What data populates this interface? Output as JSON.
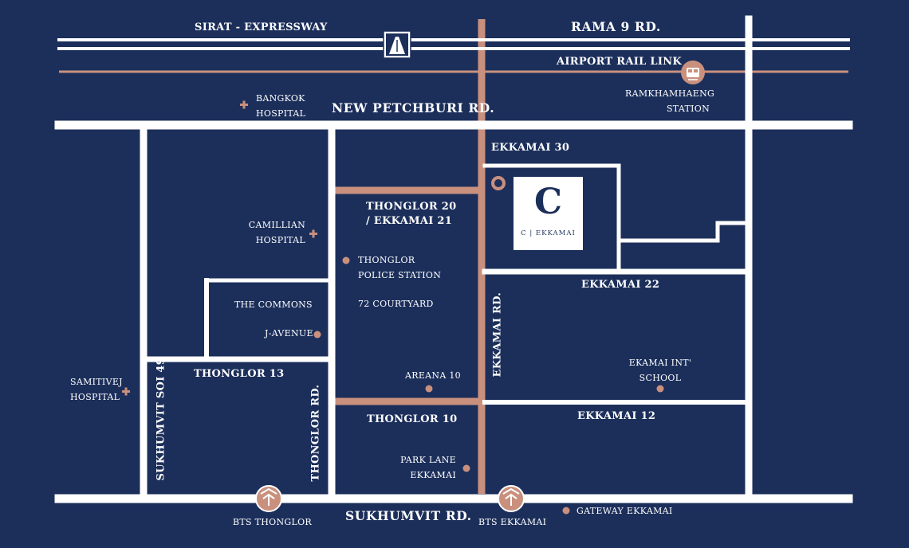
{
  "colors": {
    "background": "#1c2f5b",
    "road": "#ffffff",
    "accent": "#c9907e"
  },
  "roads": {
    "sirat_expressway": "SIRAT - EXPRESSWAY",
    "rama9": "RAMA  9  RD.",
    "airport_rail_link": "AIRPORT RAIL LINK",
    "new_petchburi": "NEW PETCHBURI RD.",
    "ekkamai30": "EKKAMAI 30",
    "thonglor20": "THONGLOR 20",
    "thonglor20_ekkamai21": "/ EKKAMAI 21",
    "ekkamai22": "EKKAMAI 22",
    "thonglor13": "THONGLOR 13",
    "thonglor10": "THONGLOR 10",
    "ekkamai12": "EKKAMAI 12",
    "sukhumvit": "SUKHUMVIT RD.",
    "ekkamai_rd": "EKKAMAI RD.",
    "thonglor_rd": "THONGLOR RD.",
    "sukhumvit_soi49": "SUKHUMVIT SOI 49"
  },
  "places": {
    "ramkhamhaeng_1": "RAMKHAMHAENG",
    "ramkhamhaeng_2": "STATION",
    "bangkok_hospital_1": "BANGKOK",
    "bangkok_hospital_2": "HOSPITAL",
    "camillian_1": "CAMILLIAN",
    "camillian_2": "HOSPITAL",
    "police_1": "THONGLOR",
    "police_2": "POLICE STATION",
    "the_commons": "THE COMMONS",
    "courtyard": "72 COURTYARD",
    "j_avenue": "J-AVENUE",
    "areana10": "AREANA 10",
    "ekamai_school_1": "EKAMAI INT'",
    "ekamai_school_2": "SCHOOL",
    "samitivej_1": "SAMITIVEJ",
    "samitivej_2": "HOSPITAL",
    "park_lane_1": "PARK LANE",
    "park_lane_2": "EKKAMAI",
    "bts_thonglor": "BTS THONGLOR",
    "bts_ekkamai": "BTS  EKKAMAI",
    "gateway": "GATEWAY EKKAMAI"
  },
  "project": {
    "logo_letter": "C",
    "name": "C | EKKAMAI"
  },
  "icons": {
    "expressway": "expressway-icon",
    "train": "train-icon",
    "bts": "bts-icon",
    "hospital": "hospital-cross-icon",
    "poi": "poi-dot-icon",
    "target": "target-ring-icon"
  }
}
